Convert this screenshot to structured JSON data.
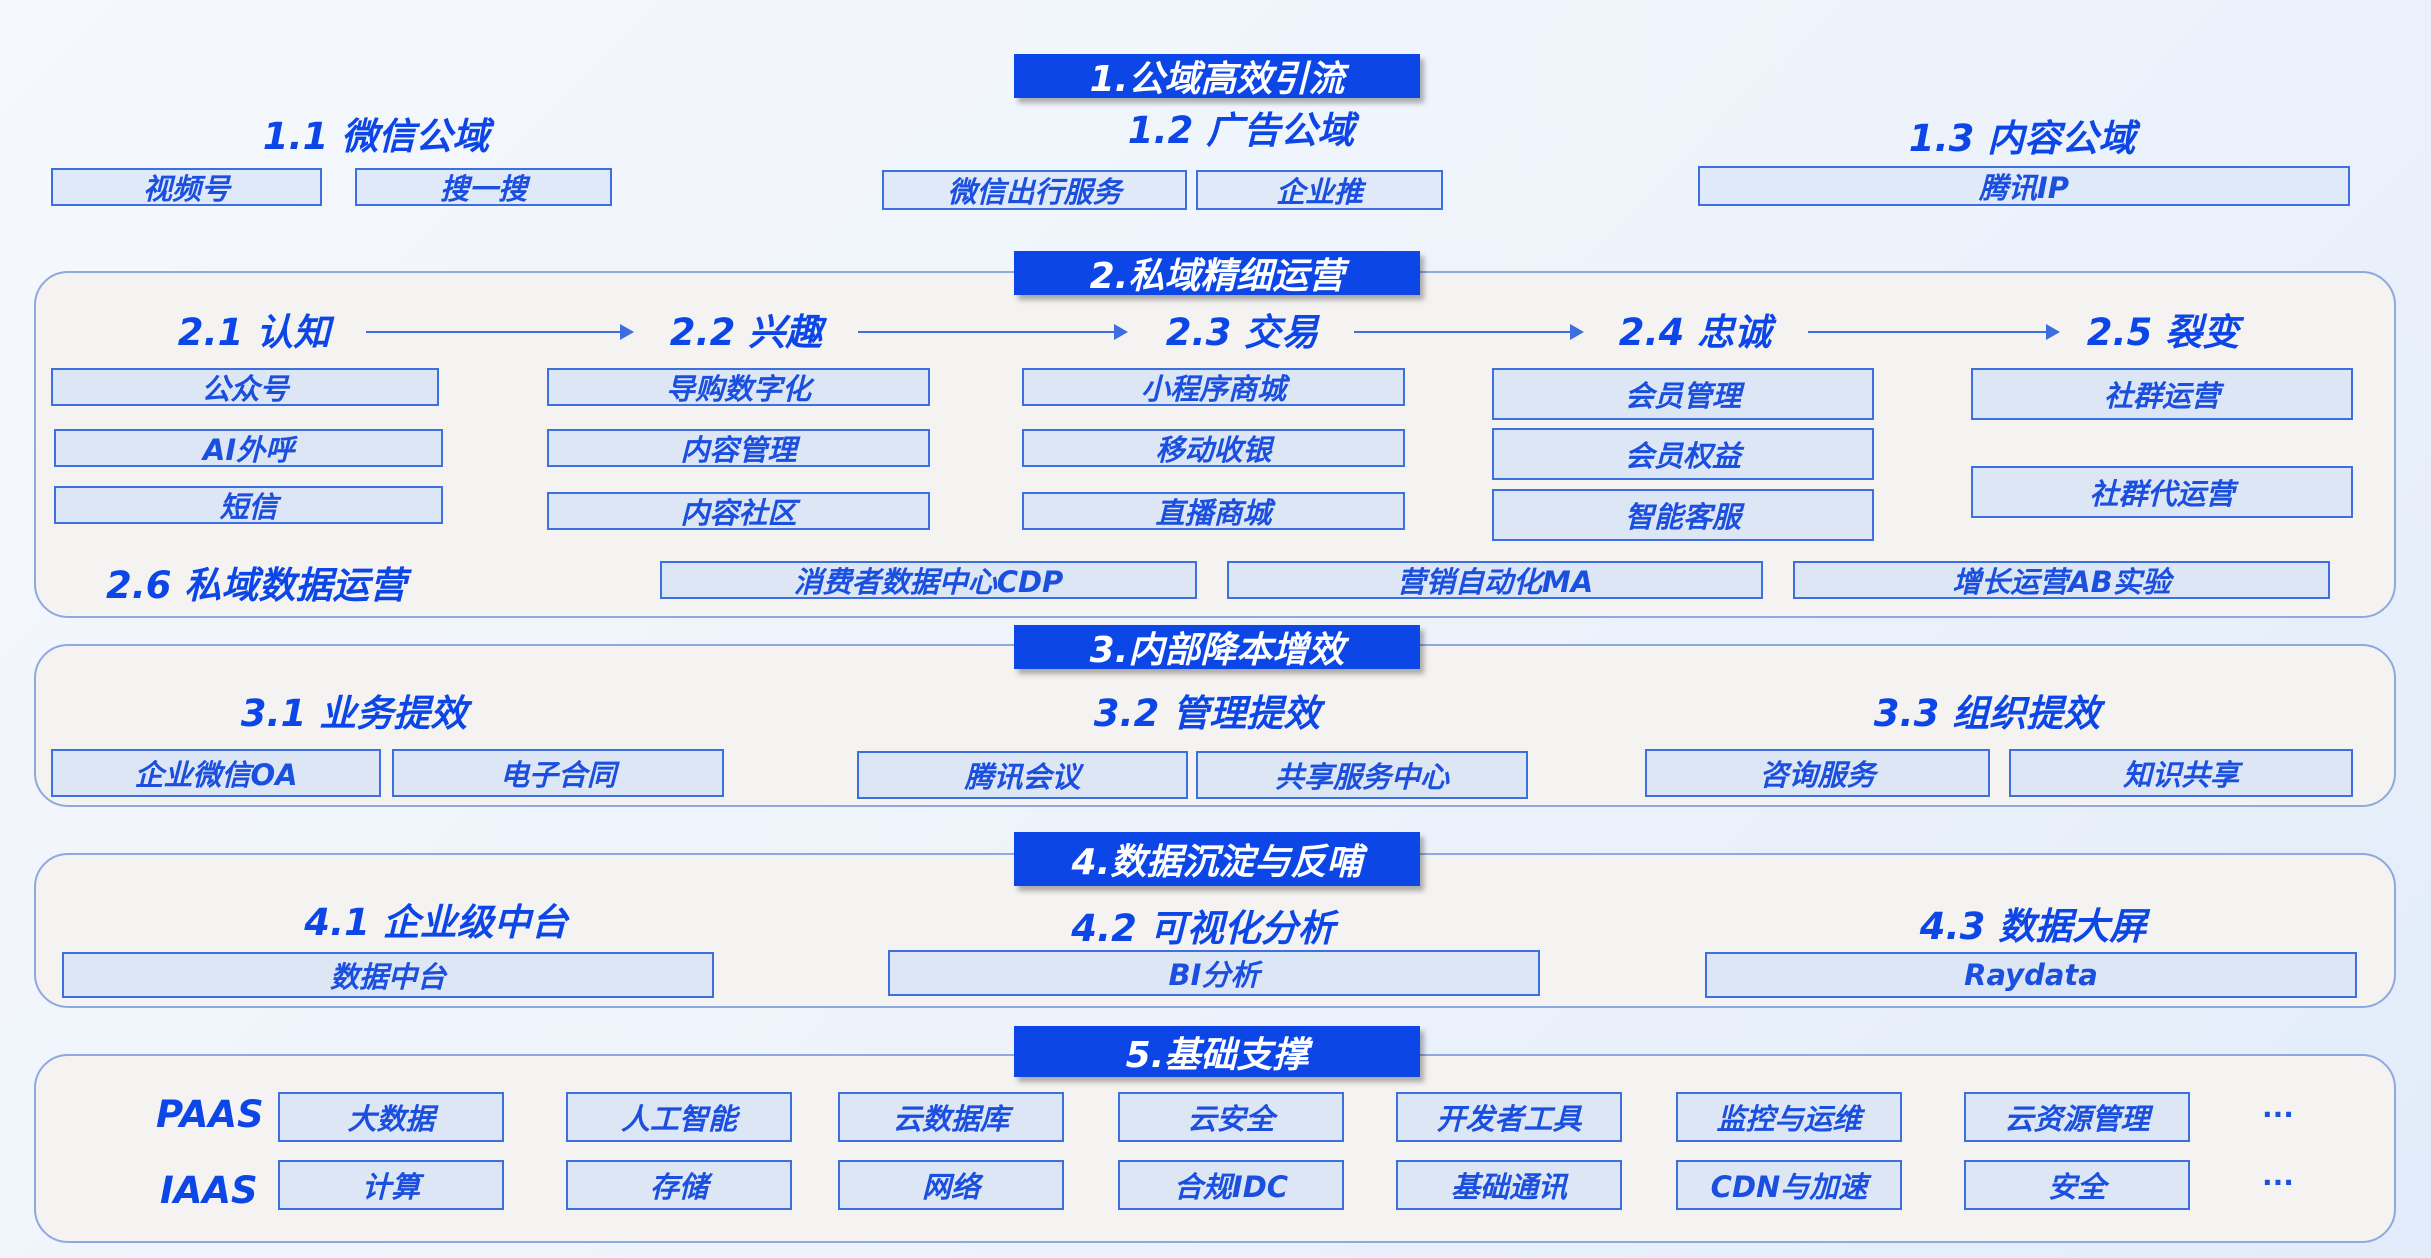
{
  "s1": {
    "title": "1.公域高效引流",
    "h1": "1.1 微信公域",
    "h2": "1.2 广告公域",
    "h3": "1.3 内容公域",
    "b1": "视频号",
    "b2": "搜一搜",
    "b3": "微信出行服务",
    "b4": "企业推",
    "b5": "腾讯IP"
  },
  "s2": {
    "title": "2.私域精细运营",
    "stages": [
      "2.1 认知",
      "2.2 兴趣",
      "2.3 交易",
      "2.4 忠诚",
      "2.5 裂变"
    ],
    "c1": [
      "公众号",
      "AI外呼",
      "短信"
    ],
    "c2": [
      "导购数字化",
      "内容管理",
      "内容社区"
    ],
    "c3": [
      "小程序商城",
      "移动收银",
      "直播商城"
    ],
    "c4": [
      "会员管理",
      "会员权益",
      "智能客服"
    ],
    "c5": [
      "社群运营",
      "社群代运营"
    ],
    "h6": "2.6 私域数据运营",
    "r6": [
      "消费者数据中心CDP",
      "营销自动化MA",
      "增长运营AB实验"
    ]
  },
  "s3": {
    "title": "3.内部降本增效",
    "h1": "3.1 业务提效",
    "h2": "3.2 管理提效",
    "h3": "3.3 组织提效",
    "boxes": [
      "企业微信OA",
      "电子合同",
      "腾讯会议",
      "共享服务中心",
      "咨询服务",
      "知识共享"
    ]
  },
  "s4": {
    "title": "4.数据沉淀与反哺",
    "h1": "4.1 企业级中台",
    "h2": "4.2 可视化分析",
    "h3": "4.3 数据大屏",
    "boxes": [
      "数据中台",
      "BI分析",
      "Raydata"
    ]
  },
  "s5": {
    "title": "5.基础支撑",
    "paas_label": "PAAS",
    "iaas_label": "IAAS",
    "paas": [
      "大数据",
      "人工智能",
      "云数据库",
      "云安全",
      "开发者工具",
      "监控与运维",
      "云资源管理"
    ],
    "iaas": [
      "计算",
      "存储",
      "网络",
      "合规IDC",
      "基础通讯",
      "CDN与加速",
      "安全"
    ],
    "more": "···"
  }
}
